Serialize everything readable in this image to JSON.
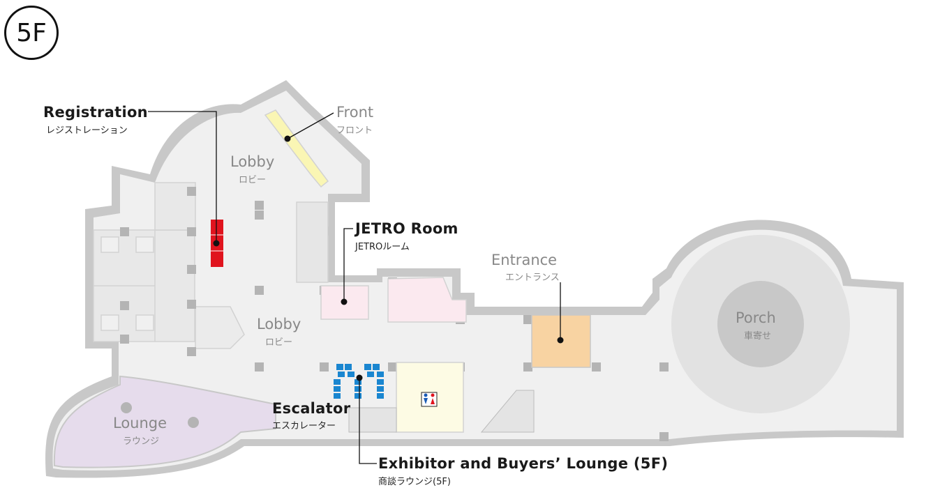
{
  "floor": "5F",
  "labels": {
    "registration": {
      "en": "Registration",
      "ja": "レジストレーション"
    },
    "front": {
      "en": "Front",
      "ja": "フロント"
    },
    "lobby_top": {
      "en": "Lobby",
      "ja": "ロビー"
    },
    "lobby_mid": {
      "en": "Lobby",
      "ja": "ロビー"
    },
    "jetro_room": {
      "en": "JETRO Room",
      "ja": "JETROルーム"
    },
    "entrance": {
      "en": "Entrance",
      "ja": "エントランス"
    },
    "porch": {
      "en": "Porch",
      "ja": "車寄せ"
    },
    "escalator": {
      "en": "Escalator",
      "ja": "エスカレーター"
    },
    "lounge": {
      "en": "Lounge",
      "ja": "ラウンジ"
    },
    "exhibitor_lounge": {
      "en": "Exhibitor and Buyers’ Lounge (5F)",
      "ja": "商談ラウンジ(5F)"
    }
  },
  "colors": {
    "wall": "#c8c8c8",
    "floor": "#f0f0f0",
    "registration": "#e0141e",
    "front": "#faf6b4",
    "jetro": "#fbe9ef",
    "entrance": "#f8d3a2",
    "lounge": "#e6dcec",
    "restroom": "#fdfbe4",
    "seats": "#1a86d0"
  },
  "icons": [
    "restroom-icon"
  ]
}
